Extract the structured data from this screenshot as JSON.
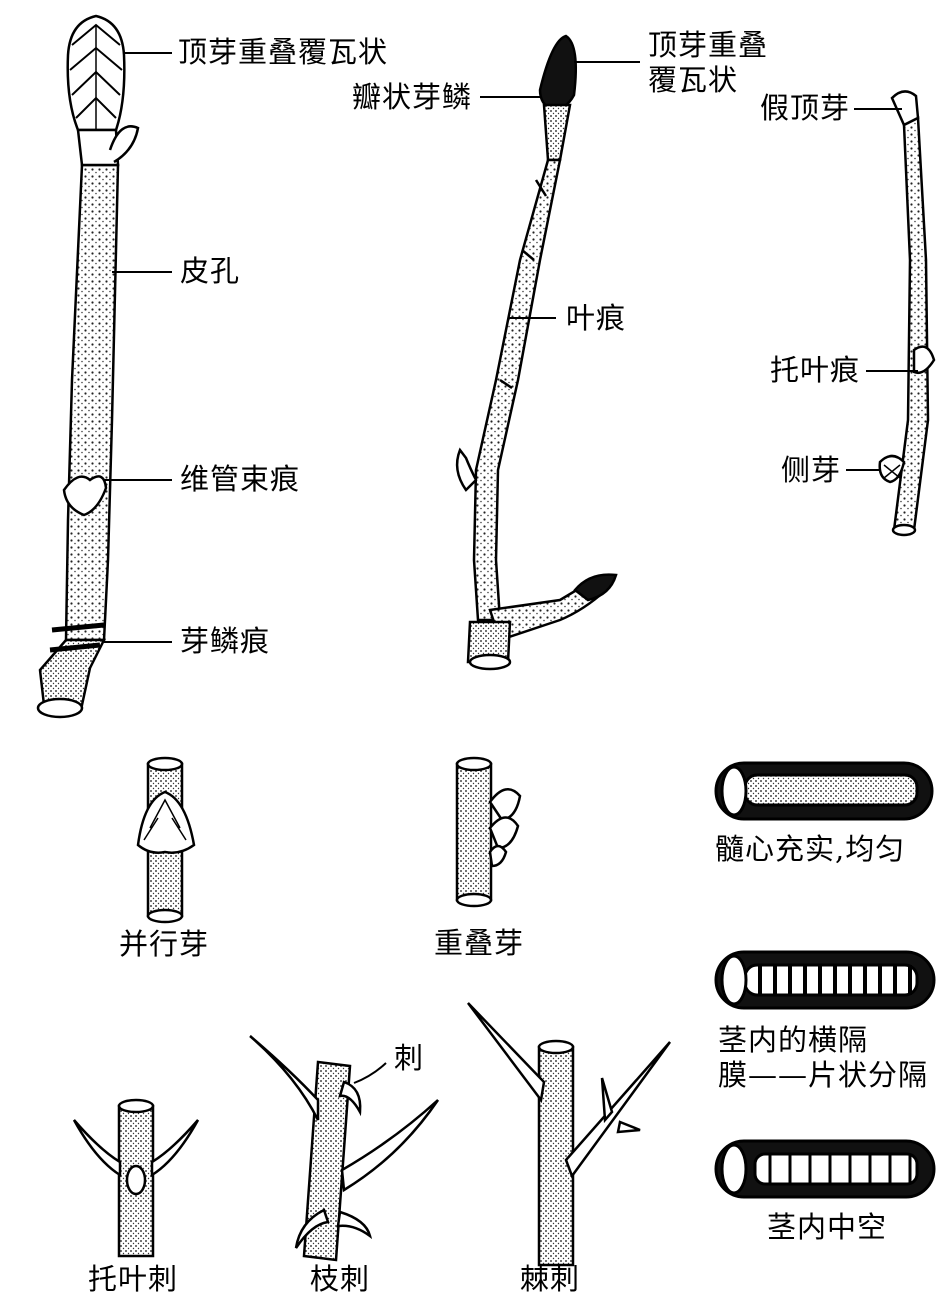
{
  "twig1": {
    "terminal_bud": "顶芽重叠覆瓦状",
    "lenticel": "皮孔",
    "bundle_scar": "维管束痕",
    "bud_scale_scar": "芽鳞痕"
  },
  "twig2": {
    "terminal_bud_line1": "顶芽重叠",
    "terminal_bud_line2": "覆瓦状",
    "valvate_scale": "瓣状芽鳞",
    "leaf_scar": "叶痕"
  },
  "twig3": {
    "pseudo_terminal_bud": "假顶芽",
    "stipule_scar": "托叶痕",
    "lateral_bud": "侧芽"
  },
  "buds": {
    "collateral": "并行芽",
    "superposed": "重叠芽"
  },
  "spines": {
    "stipular": "托叶刺",
    "branch": "枝刺",
    "spine_label": "刺",
    "prickle": "棘刺"
  },
  "pith": {
    "solid": "髓心充实,均匀",
    "diaphragm_line1": "茎内的横隔",
    "diaphragm_line2": "膜——片状分隔",
    "hollow": "茎内中空"
  }
}
